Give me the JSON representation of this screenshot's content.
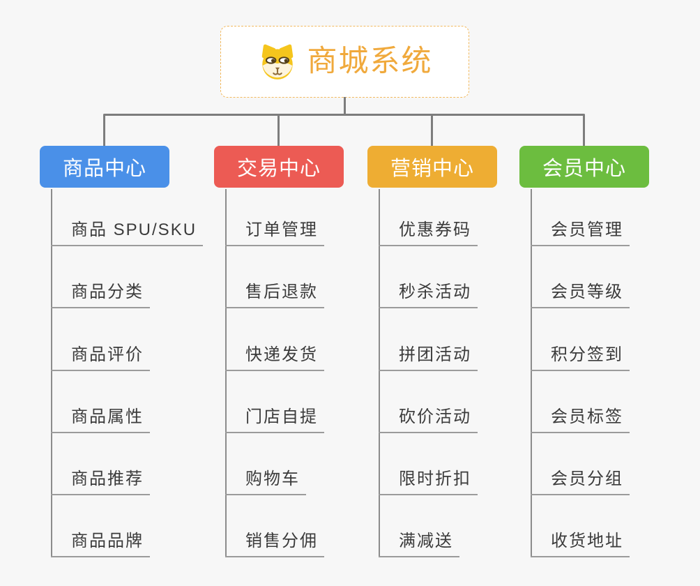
{
  "root": {
    "title": "商城系统",
    "icon": "dog-face-icon",
    "title_color": "#f0a93c",
    "border_color": "#f2b95e"
  },
  "connector_color": "#7d7d7d",
  "background_color": "#f7f7f7",
  "branches": [
    {
      "label": "商品中心",
      "color": "#4a90e8",
      "items": [
        "商品 SPU/SKU",
        "商品分类",
        "商品评价",
        "商品属性",
        "商品推荐",
        "商品品牌"
      ]
    },
    {
      "label": "交易中心",
      "color": "#ec5b54",
      "items": [
        "订单管理",
        "售后退款",
        "快递发货",
        "门店自提",
        "购物车",
        "销售分佣"
      ]
    },
    {
      "label": "营销中心",
      "color": "#eead33",
      "items": [
        "优惠券码",
        "秒杀活动",
        "拼团活动",
        "砍价活动",
        "限时折扣",
        "满减送"
      ]
    },
    {
      "label": "会员中心",
      "color": "#6cbd3f",
      "items": [
        "会员管理",
        "会员等级",
        "积分签到",
        "会员标签",
        "会员分组",
        "收货地址"
      ]
    }
  ]
}
